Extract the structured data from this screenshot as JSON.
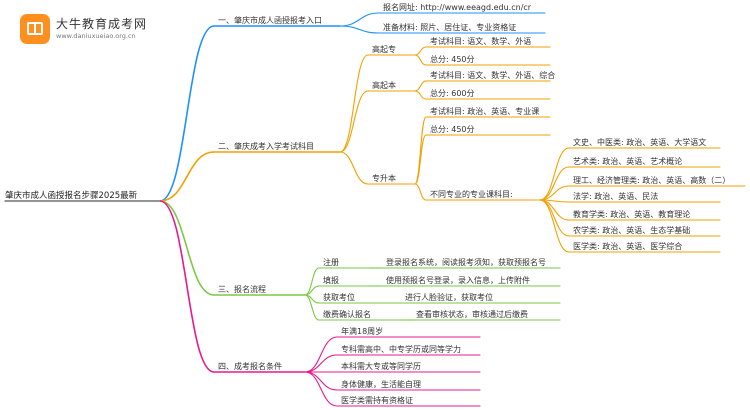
{
  "logo": {
    "title": "大牛教育成考网",
    "url": "www.daniuxueiao.org.cn",
    "icon": "book-icon"
  },
  "root": "肇庆市成人函授报名步骤2025最新",
  "branches": [
    {
      "id": "b1",
      "label": "一、肇庆市成人函授报考入口",
      "color": "#1e90ff",
      "children": [
        {
          "id": "b1-1",
          "label": "报名网址: http://www.eeagd.edu.cn/cr"
        },
        {
          "id": "b1-2",
          "label": "准备材料: 照片、居住证、专业资格证"
        }
      ]
    },
    {
      "id": "b2",
      "label": "二、肇庆成考入学考试科目",
      "color": "#f5a000",
      "children": [
        {
          "id": "b2-1",
          "label": "高起专",
          "children": [
            {
              "id": "b2-1-1",
              "label": "考试科目: 语文、数学、外语"
            },
            {
              "id": "b2-1-2",
              "label": "总分: 450分"
            }
          ]
        },
        {
          "id": "b2-2",
          "label": "高起本",
          "children": [
            {
              "id": "b2-2-1",
              "label": "考试科目: 语文、数学、外语、综合"
            },
            {
              "id": "b2-2-2",
              "label": "总分: 600分"
            }
          ]
        },
        {
          "id": "b2-3",
          "label": "专升本",
          "children": [
            {
              "id": "b2-3-1",
              "label": "考试科目: 政治、英语、专业课"
            },
            {
              "id": "b2-3-2",
              "label": "总分: 450分"
            },
            {
              "id": "b2-3-3",
              "label": "不同专业的专业课科目:",
              "children": [
                {
                  "id": "s1",
                  "label": "文史、中医类: 政治、英语、大学语文"
                },
                {
                  "id": "s2",
                  "label": "艺术类: 政治、英语、艺术概论"
                },
                {
                  "id": "s3",
                  "label": "理工、经济管理类: 政治、英语、高数（二）"
                },
                {
                  "id": "s4",
                  "label": "法学: 政治、英语、民法"
                },
                {
                  "id": "s5",
                  "label": "教育学类: 政治、英语、教育理论"
                },
                {
                  "id": "s6",
                  "label": "农学类: 政治、英语、生态学基础"
                },
                {
                  "id": "s7",
                  "label": "医学类: 政治、英语、医学综合"
                }
              ]
            }
          ]
        }
      ]
    },
    {
      "id": "b3",
      "label": "三、报名流程",
      "color": "#7ac943",
      "children": [
        {
          "id": "b3-1",
          "label": "注册",
          "children": [
            {
              "id": "b3-1-1",
              "label": "登录报名系统，阅读报考须知，获取预报名号"
            }
          ]
        },
        {
          "id": "b3-2",
          "label": "填报",
          "children": [
            {
              "id": "b3-2-1",
              "label": "使用预报名号登录，录入信息，上传附件"
            }
          ]
        },
        {
          "id": "b3-3",
          "label": "获取考位",
          "children": [
            {
              "id": "b3-3-1",
              "label": "进行人脸验证，获取考位"
            }
          ]
        },
        {
          "id": "b3-4",
          "label": "缴费确认报名",
          "children": [
            {
              "id": "b3-4-1",
              "label": "查看审核状态，审核通过后缴费"
            }
          ]
        }
      ]
    },
    {
      "id": "b4",
      "label": "四、成考报名条件",
      "color": "#e8198b",
      "children": [
        {
          "id": "b4-1",
          "label": "年满18周岁"
        },
        {
          "id": "b4-2",
          "label": "专科需高中、中专学历或同等学力"
        },
        {
          "id": "b4-3",
          "label": "本科需大专或等同学历"
        },
        {
          "id": "b4-4",
          "label": "身体健康，生活能自理"
        },
        {
          "id": "b4-5",
          "label": "医学类需持有资格证"
        }
      ]
    }
  ]
}
